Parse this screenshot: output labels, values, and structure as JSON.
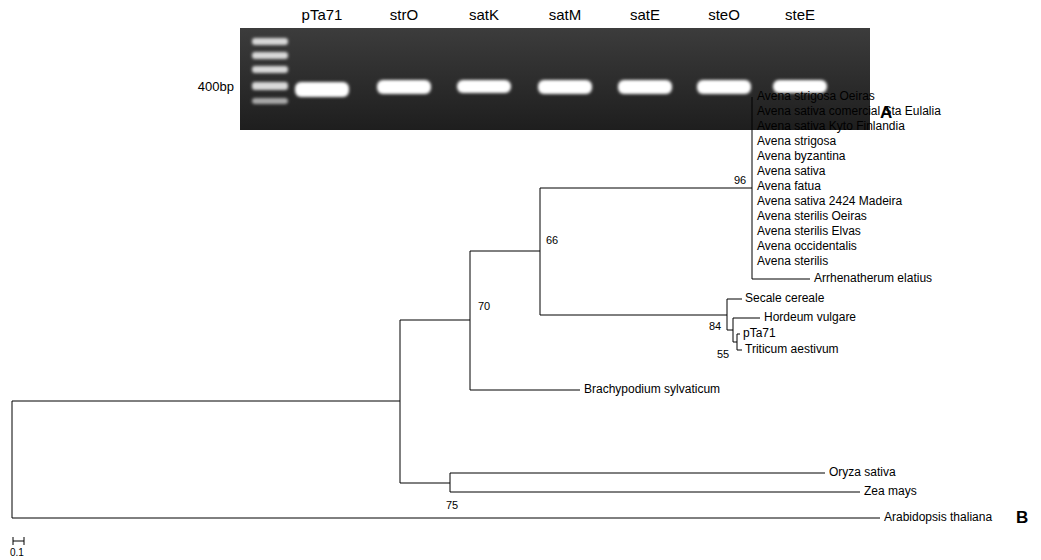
{
  "diagram": {
    "labels": [
      "pTa71",
      "strO",
      "satK",
      "satM",
      "satE",
      "steO",
      "steE",
      "400bp",
      "A",
      "Avena strigosa Oeiras",
      "Avena sativa comercial Sta Eulalia",
      "Avena sativa Kyto Finlandia",
      "Avena strigosa",
      "Avena byzantina",
      "Avena sativa",
      "Avena fatua",
      "Avena sativa 2424 Madeira",
      "Avena sterilis Oeiras",
      "Avena sterilis Elvas",
      "Avena occidentalis",
      "Avena sterilis",
      "Arrhenatherum elatius",
      "Secale cereale",
      "Hordeum vulgare",
      "pTa71",
      "Triticum aestivum",
      "Brachypodium sylvaticum",
      "Oryza sativa",
      "Zea mays",
      "Arabidopsis thaliana",
      "96",
      "66",
      "70",
      "84",
      "55",
      "75",
      "0.1",
      "B"
    ]
  }
}
